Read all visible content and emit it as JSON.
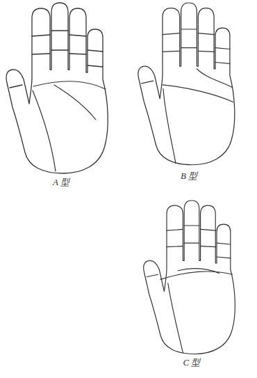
{
  "diagram": {
    "labels": [
      "A 型",
      "B 型",
      "C 型"
    ]
  }
}
